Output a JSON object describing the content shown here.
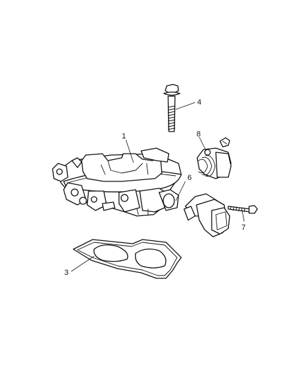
{
  "diagram": {
    "callouts": [
      {
        "id": "1",
        "label": "1"
      },
      {
        "id": "3",
        "label": "3"
      },
      {
        "id": "4",
        "label": "4"
      },
      {
        "id": "6",
        "label": "6"
      },
      {
        "id": "7",
        "label": "7"
      },
      {
        "id": "8",
        "label": "8"
      }
    ]
  }
}
